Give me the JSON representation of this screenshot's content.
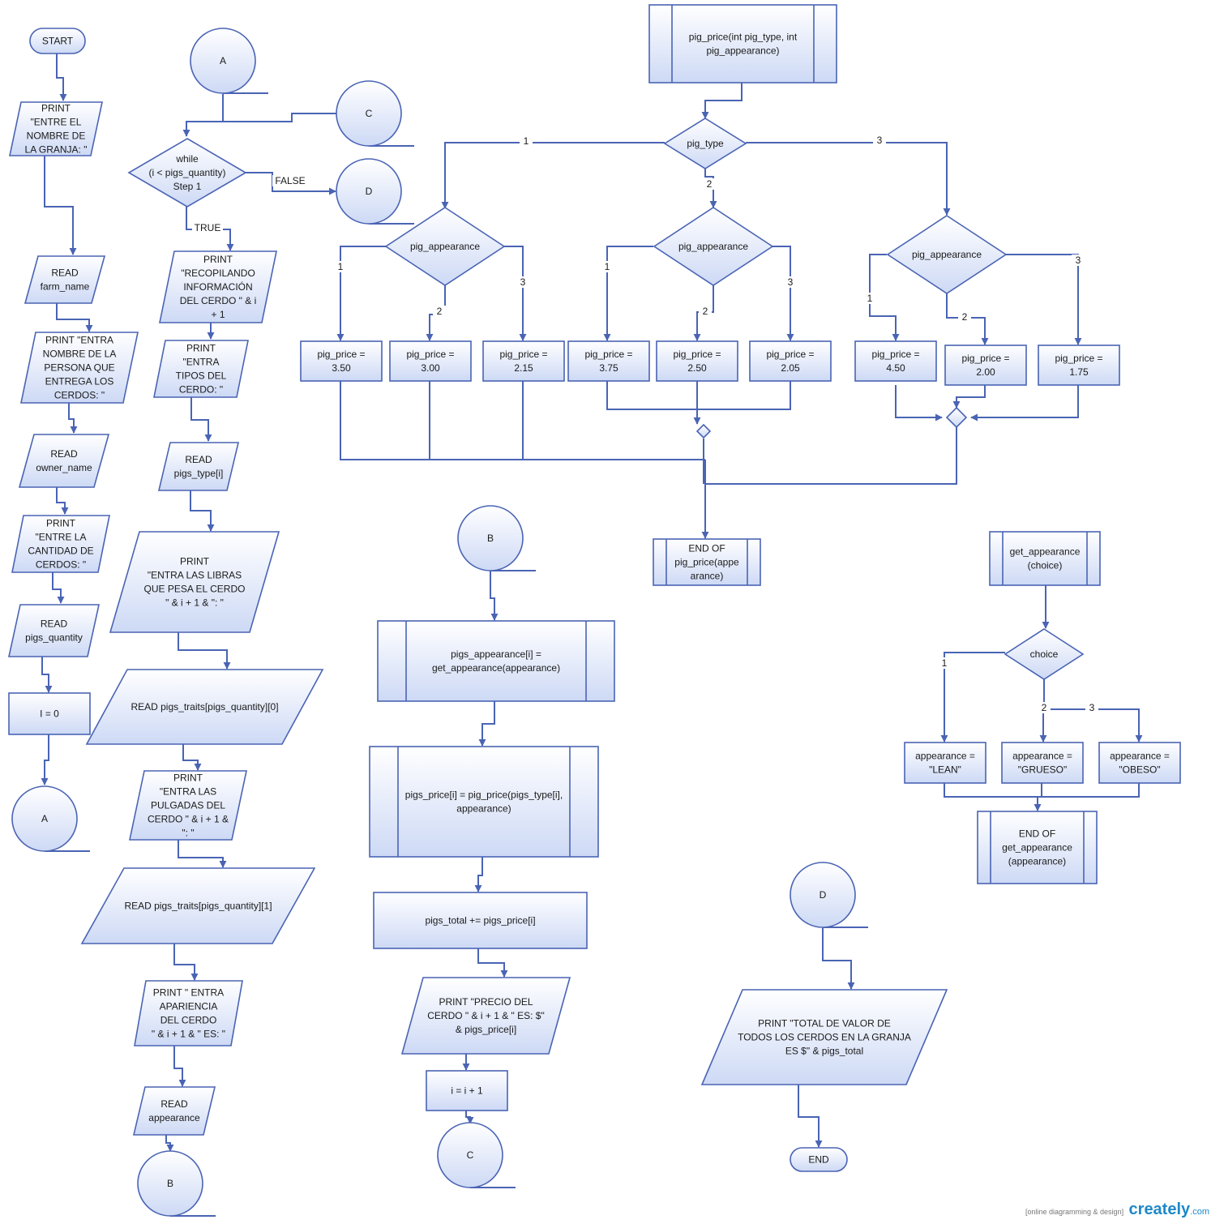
{
  "nodes": {
    "start": "START",
    "print_farm": "PRINT\n\"ENTRE EL\nNOMBRE  DE\nLA GRANJA: \"",
    "read_farm": "READ\nfarm_name",
    "print_owner": "PRINT \"ENTRA\nNOMBRE DE LA\nPERSONA  QUE\nENTREGA LOS\nCERDOS: \"",
    "read_owner": "READ\nowner_name",
    "print_qty": "PRINT\n\"ENTRE LA\nCANTIDAD  DE\nCERDOS: \"",
    "read_qty": "READ\npigs_quantity",
    "init_i": "I = 0",
    "conn_a_bottom": "A",
    "conn_a_top": "A",
    "conn_c_top": "C",
    "while_loop": "while\n(i < pigs_quantity)\nStep 1",
    "conn_d_right": "D",
    "print_recop": "PRINT\n\"RECOPILANDO\nINFORMACIÓN\nDEL CERDO \" & i\n+ 1",
    "print_tipos": "PRINT\n\"ENTRA\nTIPOS  DEL\nCERDO: \"",
    "read_type": "READ\npigs_type[i]",
    "print_libras": "PRINT\n\"ENTRA LAS LIBRAS\nQUE PESA  EL CERDO\n\" & i + 1 & \": \"",
    "read_traits0": "READ pigs_traits[pigs_quantity][0]",
    "print_pulgadas": "PRINT\n\"ENTRA LAS\nPULGADAS  DEL\nCERDO \" & i + 1 &\n\": \"",
    "read_traits1": "READ pigs_traits[pigs_quantity][1]",
    "print_apariencia": "PRINT \" ENTRA\nAPARIENCIA\nDEL  CERDO\n\" & i + 1 & \" ES: \"",
    "read_appearance": "READ\nappearance",
    "conn_b_bottom": "B",
    "conn_b_mid": "B",
    "call_get_appearance": "pigs_appearance[i] =\nget_appearance(appearance)",
    "call_pig_price": "pigs_price[i] = pig_price(pigs_type[i],\nappearance)",
    "accumulate": "pigs_total += pigs_price[i]",
    "print_precio": "PRINT \"PRECIO  DEL\nCERDO \" & i +  1 & \" ES: $\"\n& pigs_price[i]",
    "increment": "i = i + 1",
    "conn_c_bottom": "C",
    "fn_pig_price": "pig_price(int pig_type, int\npig_appearance)",
    "dec_pig_type": "pig_type",
    "dec_app_1": "pig_appearance",
    "dec_app_2": "pig_appearance",
    "dec_app_3": "pig_appearance",
    "price_350": "pig_price =\n3.50",
    "price_300": "pig_price =\n3.00",
    "price_215": "pig_price =\n2.15",
    "price_375": "pig_price =\n3.75",
    "price_250": "pig_price =\n2.50",
    "price_205": "pig_price =\n2.05",
    "price_450": "pig_price =\n4.50",
    "price_200": "pig_price =\n2.00",
    "price_175": "pig_price =\n1.75",
    "end_pig_price": "END OF\npig_price(appe\narance)",
    "fn_get_appearance": "get_appearance\n(choice)",
    "dec_choice": "choice",
    "app_lean": "appearance =\n\"LEAN\"",
    "app_grueso": "appearance =\n\"GRUESO\"",
    "app_obeso": "appearance =\n\"OBESO\"",
    "end_get_appearance": "END OF\nget_appearance\n(appearance)",
    "conn_d_bottom": "D",
    "print_total": "PRINT \"TOTAL DE VALOR DE\nTODOS LOS CERDOS  EN LA GRANJA\nES $\" & pigs_total",
    "end": "END"
  },
  "edge_labels": {
    "while_true": "TRUE",
    "while_false": "FALSE",
    "type_1": "1",
    "type_2": "2",
    "type_3": "3",
    "app1_1": "1",
    "app1_2": "2",
    "app1_3": "3",
    "app2_1": "1",
    "app2_2": "2",
    "app2_3": "3",
    "app3_1": "1",
    "app3_2": "2",
    "app3_3": "3",
    "choice_1": "1",
    "choice_2": "2",
    "choice_3": "3"
  },
  "watermark": {
    "tagline": "[online diagramming & design]",
    "brand": "creately",
    "suffix": ".com"
  },
  "colors": {
    "stroke": "#4a64b4",
    "fill_top": "#ffffff",
    "fill_bottom": "#cdd9f5",
    "brand_blue": "#1e88c8",
    "brand_orange": "#f5a623"
  }
}
